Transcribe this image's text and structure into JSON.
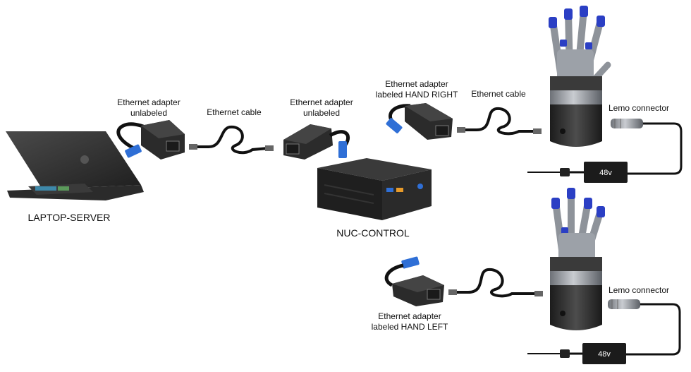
{
  "labels": {
    "laptop": "LAPTOP-SERVER",
    "nuc": "NUC-CONTROL",
    "adapter_left_1": "Ethernet adapter",
    "adapter_left_2": "unlabeled",
    "cable_1": "Ethernet cable",
    "adapter_nuc_1": "Ethernet adapter",
    "adapter_nuc_2": "unlabeled",
    "adapter_right_1": "Ethernet adapter",
    "adapter_right_2": "labeled HAND RIGHT",
    "cable_2": "Ethernet cable",
    "lemo_top": "Lemo connector",
    "psu_top": "48v",
    "adapter_hl_1": "Ethernet adapter",
    "adapter_hl_2": "labeled HAND LEFT",
    "lemo_bottom": "Lemo connector",
    "psu_bottom": "48v"
  },
  "colors": {
    "device_dark": "#2a2a2a",
    "device_mid": "#4a4a4a",
    "usb_blue": "#2f6fd6",
    "cable": "#111111",
    "metal": "#b8bcc2",
    "finger_blue": "#2b3fc4"
  }
}
